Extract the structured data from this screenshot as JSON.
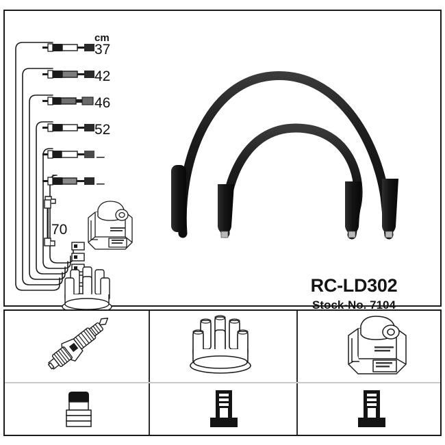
{
  "document": {
    "type": "ignition-cable-set-technical-datasheet",
    "product_name": "RC-LD302",
    "stock_label": "Stock-No. 7104"
  },
  "measurements": {
    "unit_header": "cm",
    "rows": [
      {
        "label": "37",
        "icon": "cable-with-connectors-icon"
      },
      {
        "label": "42",
        "icon": "cable-with-connectors-icon"
      },
      {
        "label": "46",
        "icon": "cable-with-connectors-icon"
      },
      {
        "label": "52",
        "icon": "cable-with-connectors-icon"
      },
      {
        "label": "–",
        "icon": "cable-with-connectors-icon"
      },
      {
        "label": "–",
        "icon": "cable-with-connectors-icon"
      }
    ],
    "coil_lead_length": "70"
  },
  "main_panel": {
    "cable_photo": "ignition-cable-photo",
    "coil_drawing": "ignition-coil-drawing",
    "distributor_cap_drawing": "distributor-cap-drawing",
    "coil_lead_drawing": "coil-lead-drawing",
    "cable_bundle_drawing": "cable-bundle-drawing"
  },
  "legend_panels": [
    {
      "id": "spark-plug",
      "top_icon": "spark-plug-icon",
      "bottom_icon": "spark-plug-boot-icon"
    },
    {
      "id": "distributor-cap",
      "top_icon": "distributor-cap-icon",
      "bottom_icon": "distributor-terminal-icon"
    },
    {
      "id": "ignition-coil",
      "top_icon": "ignition-coil-icon",
      "bottom_icon": "coil-terminal-icon"
    }
  ],
  "colors": {
    "ink": "#141414",
    "frame": "#1a1a1a",
    "divider": "#c9c9c9",
    "cable": "#1b1b1b",
    "paper": "#ffffff"
  }
}
